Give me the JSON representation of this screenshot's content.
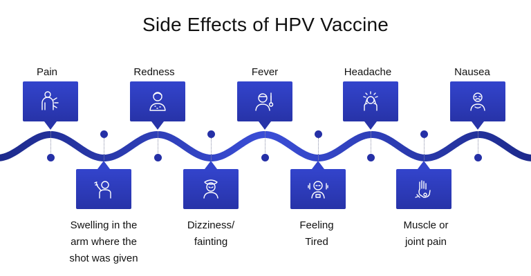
{
  "title": "Side Effects of HPV Vaccine",
  "colors": {
    "box_top": "#3344cc",
    "box_bottom": "#2733a8",
    "wave_light": "#3a4dd6",
    "wave_dark": "#1d2a8c",
    "dot": "#2530a6"
  },
  "top_items": [
    {
      "label": "Pain",
      "icon": "shoulder-pain-icon"
    },
    {
      "label": "Redness",
      "icon": "person-redness-icon"
    },
    {
      "label": "Fever",
      "icon": "fever-thermometer-icon"
    },
    {
      "label": "Headache",
      "icon": "headache-icon"
    },
    {
      "label": "Nausea",
      "icon": "nausea-icon"
    }
  ],
  "bottom_items": [
    {
      "lines": [
        "Swelling in the",
        "arm where the",
        "shot was given"
      ],
      "icon": "arm-swelling-icon"
    },
    {
      "lines": [
        "Dizziness/",
        "fainting"
      ],
      "icon": "dizziness-icon"
    },
    {
      "lines": [
        "Feeling",
        "Tired"
      ],
      "icon": "tired-person-icon"
    },
    {
      "lines": [
        "Muscle or",
        "joint pain"
      ],
      "icon": "joint-pain-icon"
    }
  ]
}
